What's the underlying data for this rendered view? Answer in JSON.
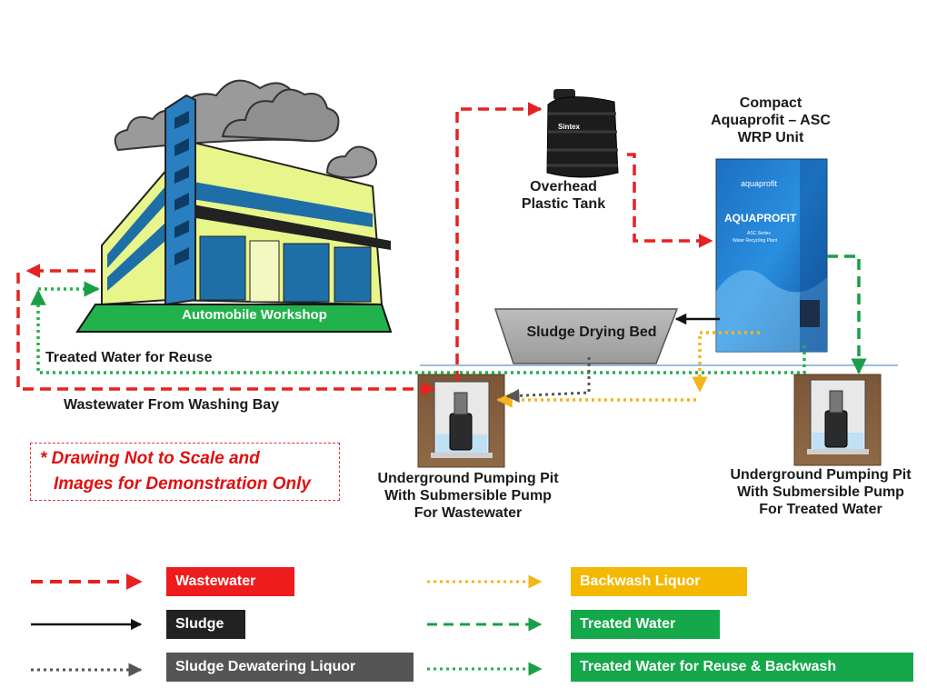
{
  "labels": {
    "workshop": "Automobile Workshop",
    "treated_reuse": "Treated Water for Reuse",
    "wastewater_from": "Wastewater From Washing Bay",
    "overhead_tank": [
      "Overhead",
      "Plastic Tank"
    ],
    "wrp_unit": [
      "Compact",
      "Aquaprofit – ASC",
      "WRP Unit"
    ],
    "sludge_bed": "Sludge Drying Bed",
    "pit_wastewater": [
      "Underground Pumping Pit",
      "With Submersible Pump",
      "For Wastewater"
    ],
    "pit_treated": [
      "Underground Pumping Pit",
      "With Submersible Pump",
      "For Treated Water"
    ],
    "tank_brand": "Sintex",
    "unit_brand": "AQUAPROFIT",
    "unit_company": "aquaprofit",
    "unit_subtitle": [
      "ASC Series",
      "Water Recycling Plant"
    ]
  },
  "note": [
    "* Drawing Not to Scale and",
    "Images for Demonstration Only"
  ],
  "legend": [
    {
      "label": "Wastewater",
      "color": "#ee1c1c",
      "line": "dashed-red"
    },
    {
      "label": "Sludge",
      "color": "#222222",
      "line": "solid-black"
    },
    {
      "label": "Sludge Dewatering Liquor",
      "color": "#555555",
      "line": "dotted-grey"
    },
    {
      "label": "Backwash Liquor",
      "color": "#f5b800",
      "line": "dotted-yellow"
    },
    {
      "label": "Treated Water",
      "color": "#14a84b",
      "line": "dashed-green"
    },
    {
      "label": "Treated Water for  Reuse & Backwash",
      "color": "#14a84b",
      "line": "dotted-green"
    }
  ],
  "colors": {
    "wastewater": "#e52222",
    "sludge": "#111111",
    "dewatering": "#555555",
    "backwash": "#f2b51b",
    "treated": "#1a9e47",
    "treated_reuse": "#22b24c",
    "ground_line": "#7aa7d1"
  }
}
